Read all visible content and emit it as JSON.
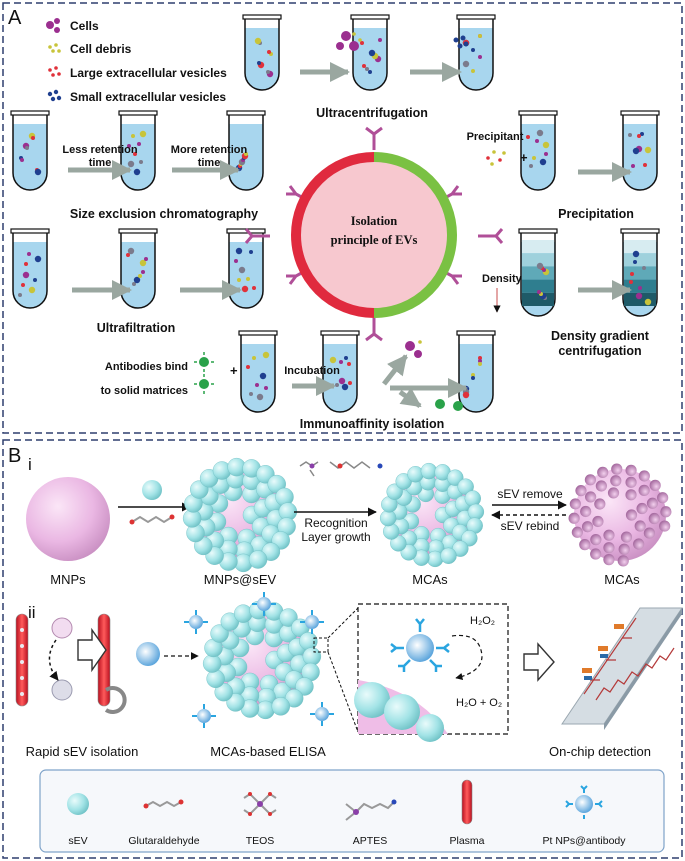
{
  "panelA": {
    "letter": "A",
    "legend": [
      {
        "label": "Cells",
        "color": "#9b2f8f"
      },
      {
        "label": "Cell debris",
        "color": "#c8c43a"
      },
      {
        "label": "Large extracellular vesicles",
        "color": "#e0313a"
      },
      {
        "label": "Small extracellular vesicles",
        "color": "#1f3f8f"
      }
    ],
    "center": {
      "line1": "Isolation",
      "line2": "principle of EVs"
    },
    "methods": {
      "ultracentrifugation": "Ultracentrifugation",
      "sec": "Size exclusion chromatography",
      "sec_less1": "Less retention",
      "sec_less2": "time",
      "sec_more1": "More retention",
      "sec_more2": "time",
      "precipitation": "Precipitation",
      "precipitant": "Precipitant",
      "plus": "+",
      "ultrafiltration": "Ultrafiltration",
      "density": "Density",
      "dgc1": "Density gradient",
      "dgc2": "centrifugation",
      "antibodies1": "Antibodies bind",
      "antibodies2": "to solid matrices",
      "incubation": "Incubation",
      "immuno": "Immunoaffinity isolation"
    }
  },
  "panelB": {
    "letter": "B",
    "row1": {
      "roman": "i",
      "mnps": "MNPs",
      "mnps_sev": "MNPs@sEV",
      "mcas1": "MCAs",
      "mcas2": "MCAs",
      "recognition": "Recognition",
      "layer_growth": "Layer growth",
      "sev_remove": "sEV remove",
      "sev_rebind": "sEV rebind"
    },
    "row2": {
      "roman": "ii",
      "rapid": "Rapid sEV isolation",
      "elisa": "MCAs-based ELISA",
      "onchip": "On-chip detection",
      "h2o2": "H₂O₂",
      "products": "H₂O + O₂"
    },
    "legend": [
      "sEV",
      "Glutaraldehyde",
      "TEOS",
      "APTES",
      "Plasma",
      "Pt NPs@antibody"
    ]
  },
  "colors": {
    "frame": "#2e3f6e",
    "tube_liquid": "#a8d6ee",
    "arrow": "#9aa7a0",
    "sev": "#9fe0e4",
    "mnp": "#f0c2e8",
    "red": "#e02a3e",
    "green": "#7ac143",
    "circle_fill": "#f7c8cf",
    "antibody": "#b04f98"
  }
}
